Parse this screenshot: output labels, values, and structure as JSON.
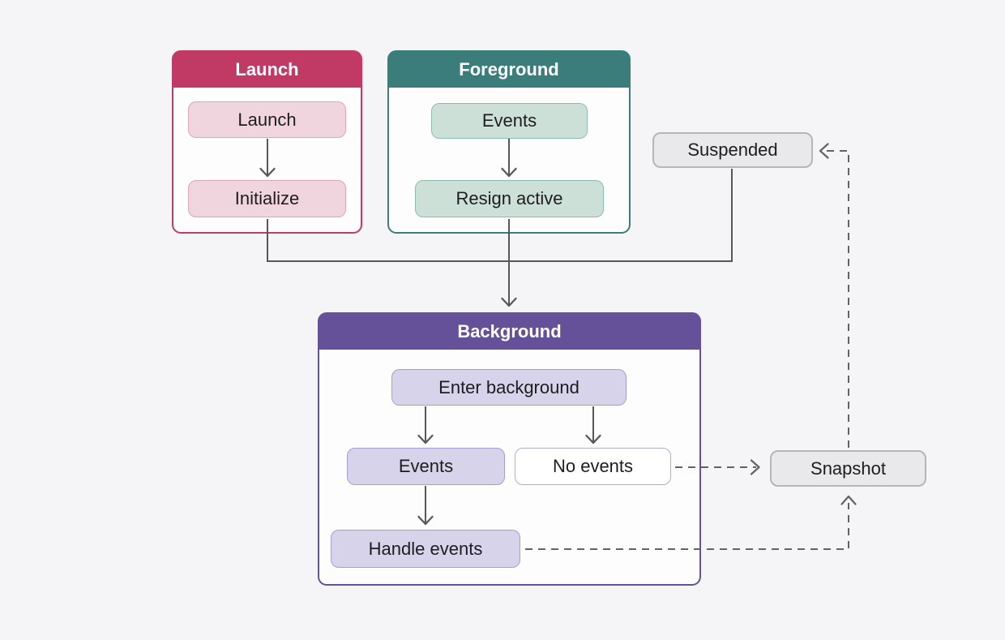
{
  "page": {
    "background_color": "#f5f5f7"
  },
  "diagram": {
    "groups": [
      {
        "title": "Launch",
        "accent": "#c13a66",
        "node_fill": "#f1d5de",
        "node_border": "#d9a6be",
        "nodes": [
          {
            "label": "Launch"
          },
          {
            "label": "Initialize"
          }
        ]
      },
      {
        "title": "Foreground",
        "accent": "#3a7d7b",
        "node_fill": "#cce0d8",
        "node_border": "#8cbcb0",
        "nodes": [
          {
            "label": "Events"
          },
          {
            "label": "Resign active"
          }
        ]
      },
      {
        "title": "Background",
        "accent": "#655199",
        "node_fill": "#d7d3eb",
        "node_border": "#a69ed2",
        "nodes": [
          {
            "label": "Enter background"
          },
          {
            "label": "Events"
          },
          {
            "label": "No events"
          },
          {
            "label": "Handle events"
          }
        ]
      }
    ],
    "states": [
      {
        "label": "Suspended",
        "fill": "#e9e9eb",
        "border": "#b6b6b8"
      },
      {
        "label": "Snapshot",
        "fill": "#e9e9eb",
        "border": "#b6b6b8"
      }
    ],
    "edges": [
      {
        "from": "Launch",
        "to": "Initialize",
        "style": "solid"
      },
      {
        "from": "Events (Foreground)",
        "to": "Resign active",
        "style": "solid"
      },
      {
        "from": "Initialize",
        "to": "Background",
        "style": "solid"
      },
      {
        "from": "Resign active",
        "to": "Background",
        "style": "solid"
      },
      {
        "from": "Suspended",
        "to": "Background",
        "style": "solid"
      },
      {
        "from": "Enter background",
        "to": "Events (Background)",
        "style": "solid"
      },
      {
        "from": "Enter background",
        "to": "No events",
        "style": "solid"
      },
      {
        "from": "Events (Background)",
        "to": "Handle events",
        "style": "solid"
      },
      {
        "from": "No events",
        "to": "Snapshot",
        "style": "dashed"
      },
      {
        "from": "Handle events",
        "to": "Snapshot",
        "style": "dashed"
      },
      {
        "from": "Snapshot",
        "to": "Suspended",
        "style": "dashed"
      }
    ],
    "arrow_color": "#57575a",
    "dashed_arrow_color": "#636366"
  }
}
